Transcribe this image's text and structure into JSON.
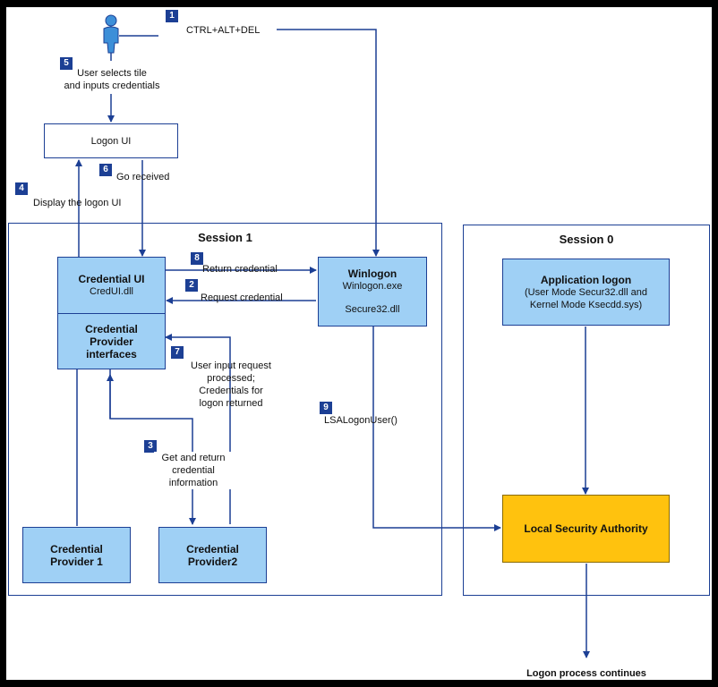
{
  "sessions": {
    "session1": "Session 1",
    "session0": "Session 0"
  },
  "nodes": {
    "logon_ui": "Logon UI",
    "credential_ui_title": "Credential UI",
    "credential_ui_sub": "CredUI.dll",
    "cp_interfaces_l1": "Credential",
    "cp_interfaces_l2": "Provider",
    "cp_interfaces_l3": "interfaces",
    "winlogon_title": "Winlogon",
    "winlogon_sub1": "Winlogon.exe",
    "winlogon_sub2": "Secure32.dll",
    "app_logon_title": "Application logon",
    "app_logon_sub1": "(User Mode Secur32.dll and",
    "app_logon_sub2": "Kernel Mode Ksecdd.sys)",
    "lsa": "Local Security Authority",
    "cp1_l1": "Credential",
    "cp1_l2": "Provider 1",
    "cp2_l1": "Credential",
    "cp2_l2": "Provider2"
  },
  "steps": {
    "s1": {
      "num": "1",
      "text": "CTRL+ALT+DEL"
    },
    "s2": {
      "num": "2",
      "text": "Request credential"
    },
    "s3": {
      "num": "3",
      "l1": "Get and return",
      "l2": "credential",
      "l3": "information"
    },
    "s4": {
      "num": "4",
      "text": "Display the logon UI"
    },
    "s5": {
      "num": "5",
      "l1": "User selects tile",
      "l2": "and inputs credentials"
    },
    "s6": {
      "num": "6",
      "text": "Go received"
    },
    "s7": {
      "num": "7",
      "l1": "User input request",
      "l2": "processed;",
      "l3": "Credentials for",
      "l4": "logon returned"
    },
    "s8": {
      "num": "8",
      "text": "Return credential"
    },
    "s9": {
      "num": "9",
      "text": "LSALogonUser()"
    }
  },
  "footer": "Logon process continues",
  "colors": {
    "box_fill": "#9fd0f5",
    "lsa_fill": "#ffc20e",
    "line": "#1c3f94"
  }
}
